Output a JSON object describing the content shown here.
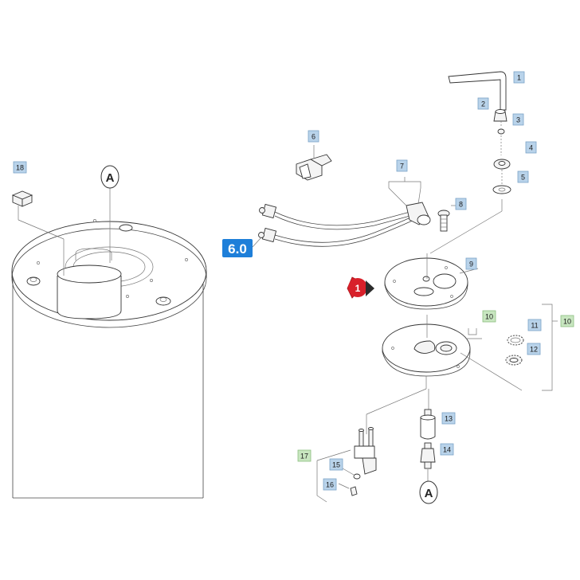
{
  "diagram": {
    "reference_label": "6.0",
    "position_marker": "1",
    "detail_letters": [
      "A",
      "A"
    ],
    "colors": {
      "label_blue_bg": "#b9d3ea",
      "label_blue_border": "#7aa3c8",
      "label_green_bg": "#c8e6c0",
      "label_green_border": "#8cbf80",
      "reference_bg": "#1e7fd9",
      "marker_red": "#d8202a"
    },
    "parts": [
      {
        "num": "1",
        "style": "blue"
      },
      {
        "num": "2",
        "style": "blue"
      },
      {
        "num": "3",
        "style": "blue"
      },
      {
        "num": "4",
        "style": "blue"
      },
      {
        "num": "5",
        "style": "blue"
      },
      {
        "num": "6",
        "style": "blue"
      },
      {
        "num": "7",
        "style": "blue"
      },
      {
        "num": "8",
        "style": "blue"
      },
      {
        "num": "9",
        "style": "blue"
      },
      {
        "num": "10",
        "style": "green"
      },
      {
        "num": "11",
        "style": "blue"
      },
      {
        "num": "12",
        "style": "blue"
      },
      {
        "num": "10",
        "style": "green"
      },
      {
        "num": "13",
        "style": "blue"
      },
      {
        "num": "14",
        "style": "blue"
      },
      {
        "num": "17",
        "style": "green"
      },
      {
        "num": "15",
        "style": "blue"
      },
      {
        "num": "16",
        "style": "blue"
      },
      {
        "num": "18",
        "style": "blue"
      }
    ]
  }
}
